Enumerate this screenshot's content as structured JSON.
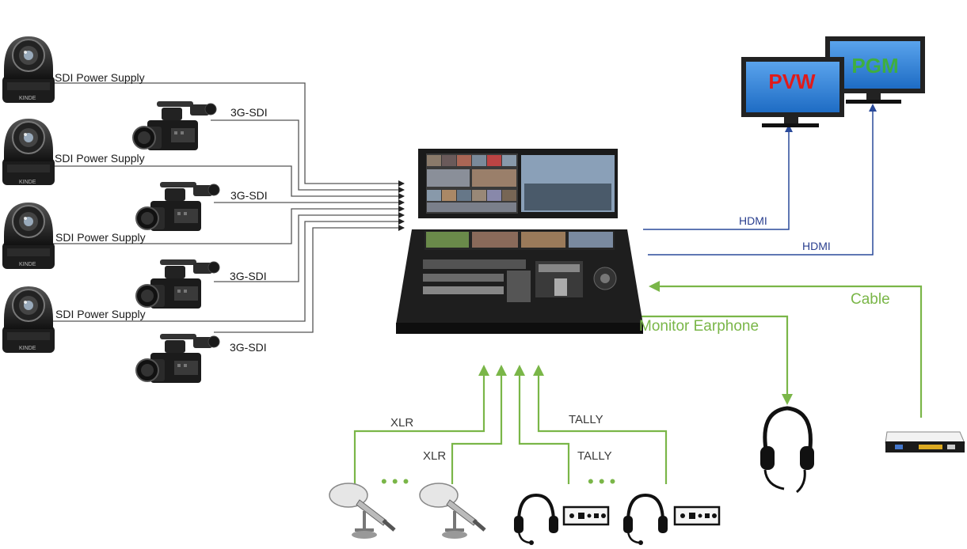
{
  "labels": {
    "sdi_power_supply": "SDI Power Supply",
    "three_g_sdi": "3G-SDI",
    "hdmi": "HDMI",
    "cable": "Cable",
    "monitor_earphone": "Monitor Earphone",
    "xlr": "XLR",
    "tally": "TALLY",
    "dots": "• • •"
  },
  "monitors": {
    "pvw": "PVW",
    "pgm": "PGM"
  },
  "camera_brand": "KINDE",
  "colors": {
    "video_line": "#555555",
    "hdmi_line": "#2a4a9a",
    "audio_line": "#7ab648",
    "pvw_text": "#e01a1a",
    "pgm_text": "#3fae3f",
    "screen_bg": "#2e7fd6"
  },
  "icons": [
    "ptz-camera-icon",
    "camcorder-icon",
    "switcher-console-icon",
    "monitor-icon",
    "headset-icon",
    "router-icon",
    "microphone-icon",
    "tally-box-icon"
  ]
}
